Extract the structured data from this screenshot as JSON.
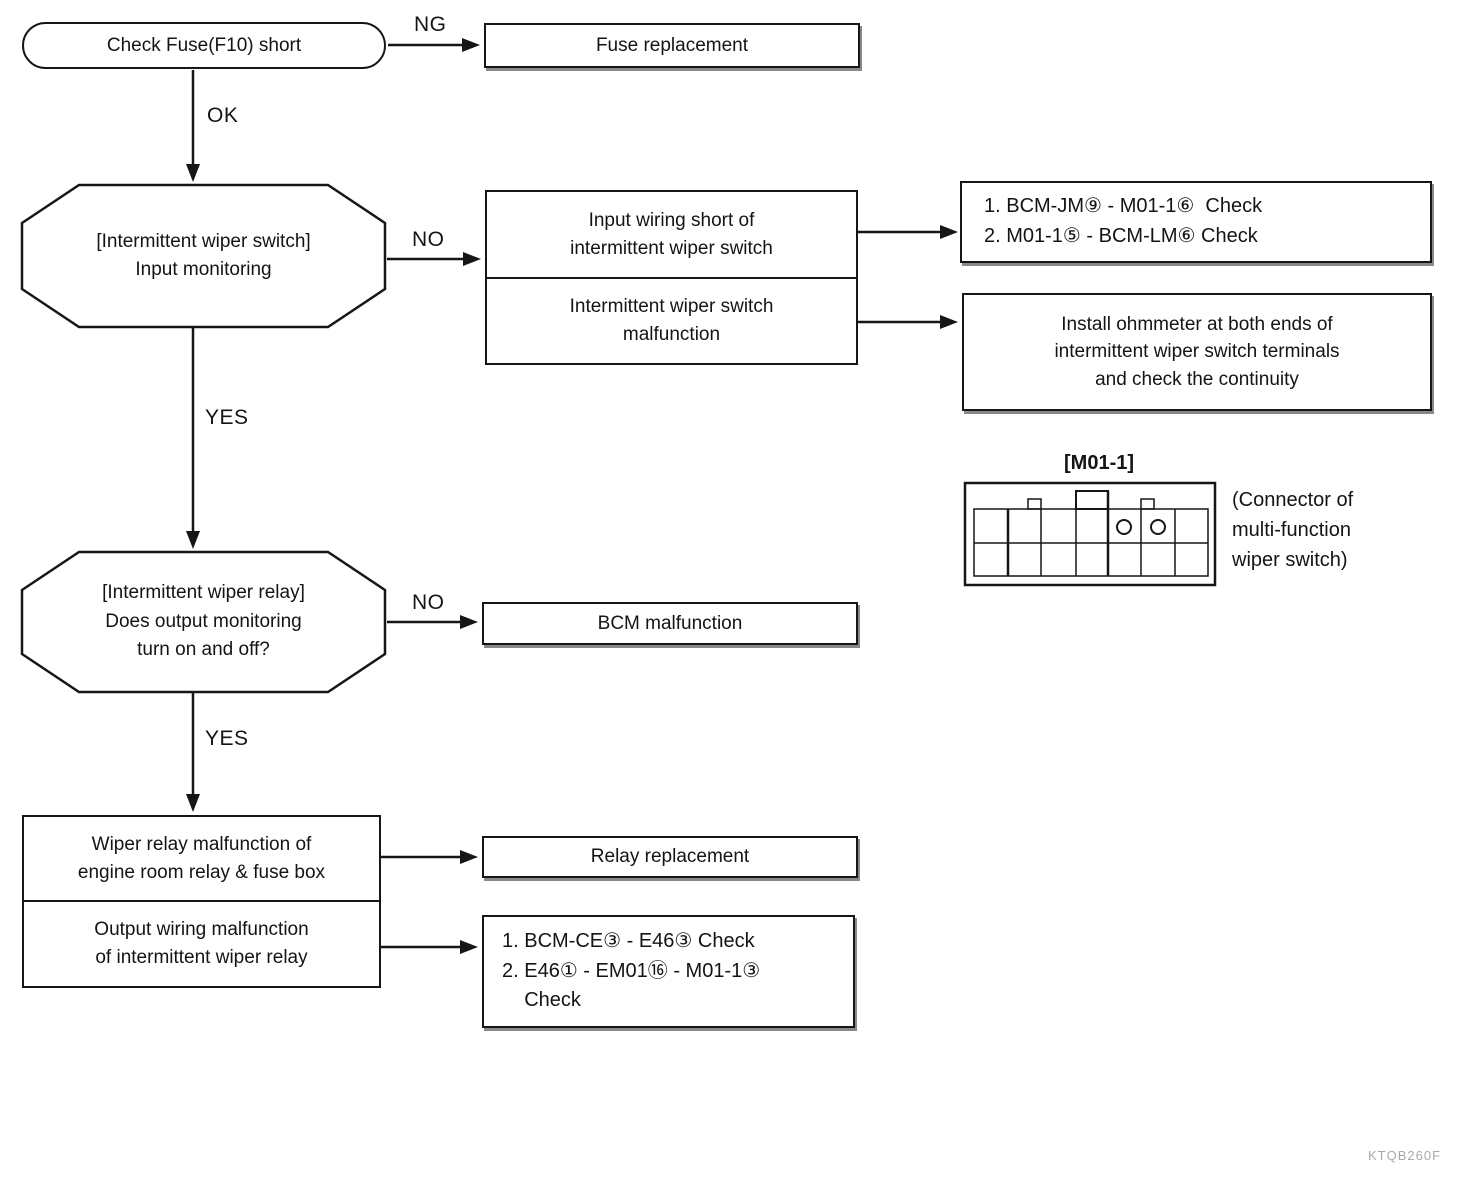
{
  "edge_labels": {
    "ng": "NG",
    "ok": "OK",
    "no_input": "NO",
    "yes_input": "YES",
    "no_relay": "NO",
    "yes_relay": "YES"
  },
  "nodes": {
    "check_fuse": "Check Fuse(F10) short",
    "fuse_replacement": "Fuse replacement",
    "input_monitoring": "[Intermittent wiper switch]\nInput monitoring",
    "input_wiring_short": "Input wiring short of\nintermittent wiper switch",
    "switch_malfunction": "Intermittent wiper switch\nmalfunction",
    "check_input_wiring": {
      "lines": [
        "1. BCM-JM⑨ - M01-1⑥  Check",
        "2. M01-1⑤ - BCM-LM⑥ Check"
      ]
    },
    "ohmmeter": "Install ohmmeter at both ends of\nintermittent wiper switch terminals\nand check the continuity",
    "output_monitoring": "[Intermittent wiper relay]\nDoes output monitoring\nturn on and off?",
    "bcm_malfunction": "BCM malfunction",
    "wiper_relay_malfunction": "Wiper relay malfunction of\nengine room relay & fuse box",
    "output_wiring_malfunction": "Output wiring malfunction\nof intermittent wiper relay",
    "relay_replacement": "Relay replacement",
    "check_output_wiring": {
      "lines": [
        "1. BCM-CE③ - E46③ Check",
        "2. E46① - EM01⑯ - M01-1③",
        "    Check"
      ]
    }
  },
  "connector": {
    "title": "[M01-1]",
    "caption": "(Connector of\nmulti-function\nwiper switch)"
  },
  "colors": {
    "line": "#161616",
    "background": "#ffffff",
    "footnote": "#a9a9a9"
  },
  "footnote": "KTQB260F"
}
